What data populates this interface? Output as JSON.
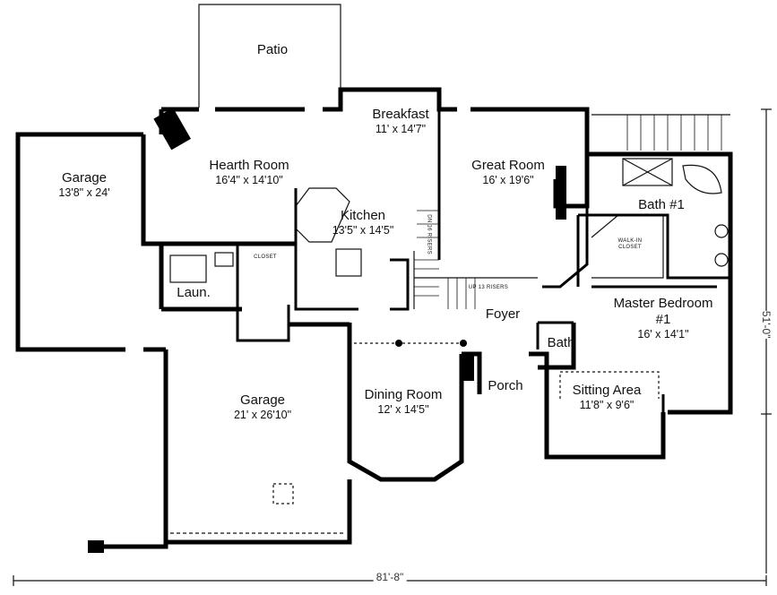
{
  "rooms": {
    "patio": {
      "name": "Patio"
    },
    "garage_left": {
      "name": "Garage",
      "size": "13'8\" x 24'"
    },
    "hearth": {
      "name": "Hearth Room",
      "size": "16'4\" x 14'10\""
    },
    "breakfast": {
      "name": "Breakfast",
      "size": "11' x 14'7\""
    },
    "great": {
      "name": "Great Room",
      "size": "16' x 19'6\""
    },
    "bath1": {
      "name": "Bath #1"
    },
    "walkin": {
      "name": "WALK-IN CLOSET"
    },
    "kitchen": {
      "name": "Kitchen",
      "size": "13'5\" x 14'5\""
    },
    "closet": {
      "name": "CLOSET"
    },
    "laundry": {
      "name": "Laun."
    },
    "foyer": {
      "name": "Foyer"
    },
    "master": {
      "name": "Master Bedroom #1",
      "size": "16' x 14'1\""
    },
    "bath": {
      "name": "Bath"
    },
    "garage_main": {
      "name": "Garage",
      "size": "21' x 26'10\""
    },
    "dining": {
      "name": "Dining Room",
      "size": "12' x 14'5\""
    },
    "porch": {
      "name": "Porch"
    },
    "sitting": {
      "name": "Sitting Area",
      "size": "11'8\" x 9'6\""
    }
  },
  "stairs": {
    "up": "UP 13 RISERS",
    "down": "DN 16 RISERS"
  },
  "dimensions": {
    "width": "81'-8\"",
    "depth": "51'-0\""
  }
}
